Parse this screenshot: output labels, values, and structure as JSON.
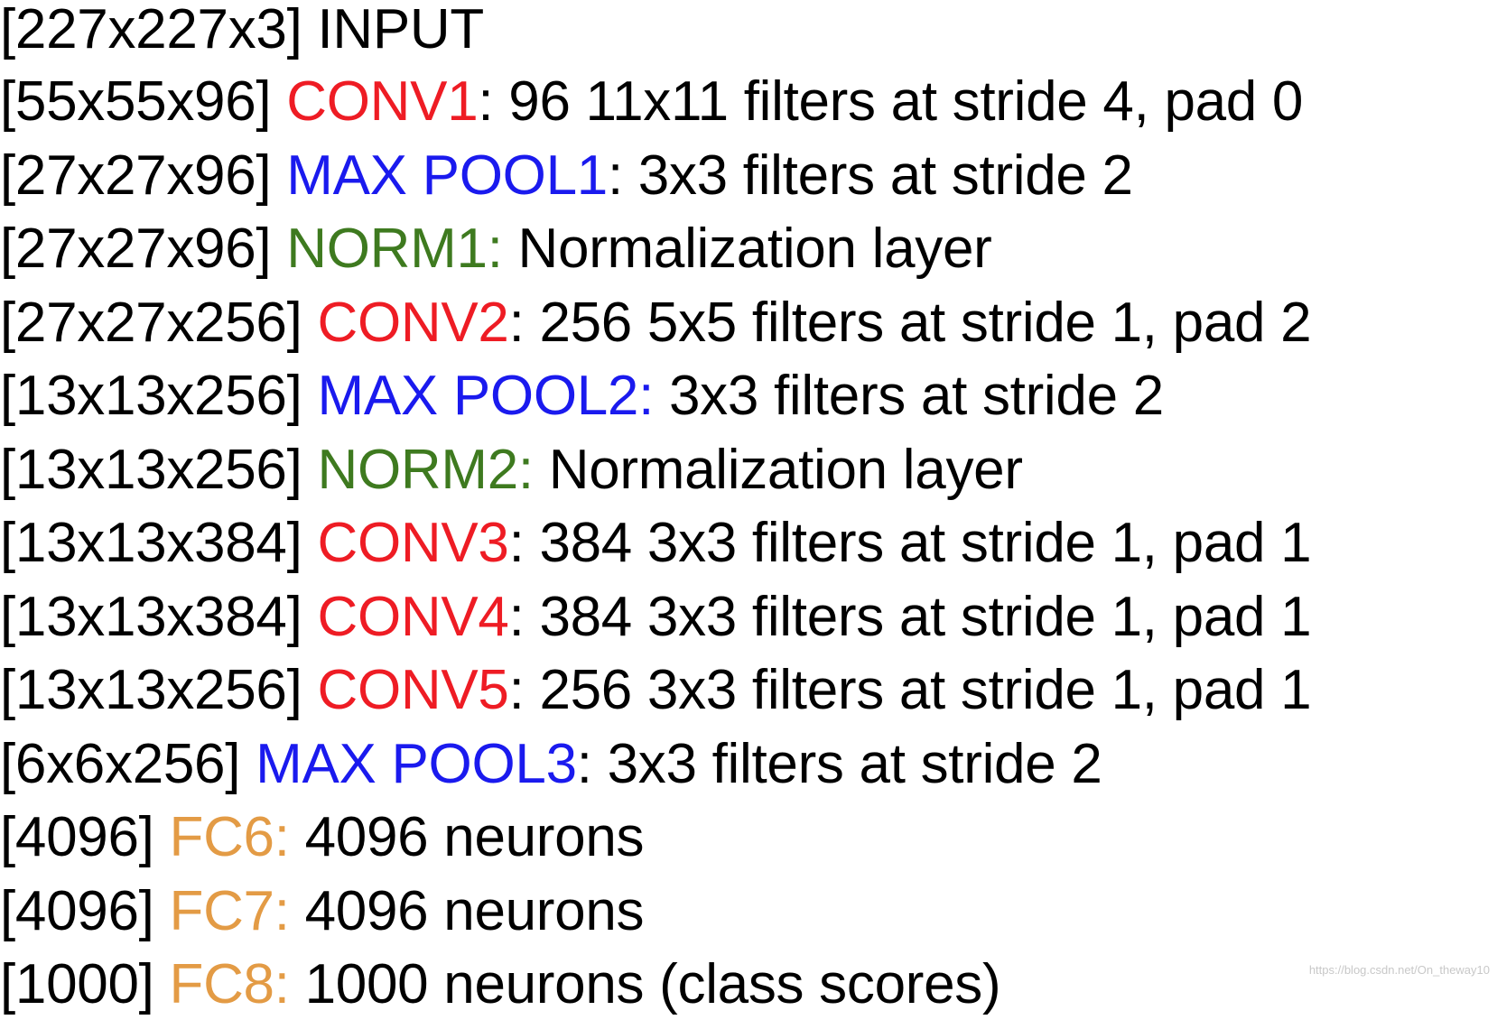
{
  "layers": [
    {
      "shape": "[227x227x3]",
      "name": "INPUT",
      "name_suffix": "",
      "kind": "input",
      "desc": ""
    },
    {
      "shape": "[55x55x96]",
      "name": "CONV1",
      "name_suffix": "",
      "kind": "conv",
      "desc": ": 96 11x11 filters at stride 4, pad 0"
    },
    {
      "shape": "[27x27x96]",
      "name": "MAX POOL1",
      "name_suffix": "",
      "kind": "pool",
      "desc": ": 3x3 filters at stride 2"
    },
    {
      "shape": "[27x27x96]",
      "name": "NORM1",
      "name_suffix": ":",
      "kind": "norm",
      "desc": " Normalization layer"
    },
    {
      "shape": "[27x27x256]",
      "name": "CONV2",
      "name_suffix": "",
      "kind": "conv",
      "desc": ": 256 5x5 filters at stride 1, pad 2"
    },
    {
      "shape": "[13x13x256]",
      "name": "MAX POOL2",
      "name_suffix": ":",
      "kind": "pool",
      "desc": " 3x3 filters at stride 2"
    },
    {
      "shape": "[13x13x256]",
      "name": "NORM2",
      "name_suffix": ":",
      "kind": "norm",
      "desc": " Normalization layer"
    },
    {
      "shape": "[13x13x384]",
      "name": "CONV3",
      "name_suffix": "",
      "kind": "conv",
      "desc": ": 384 3x3 filters at stride 1, pad 1"
    },
    {
      "shape": "[13x13x384]",
      "name": "CONV4",
      "name_suffix": "",
      "kind": "conv",
      "desc": ": 384 3x3 filters at stride 1, pad 1"
    },
    {
      "shape": "[13x13x256]",
      "name": "CONV5",
      "name_suffix": "",
      "kind": "conv",
      "desc": ": 256 3x3 filters at stride 1, pad 1"
    },
    {
      "shape": "[6x6x256]",
      "name": "MAX POOL3",
      "name_suffix": "",
      "kind": "pool",
      "desc": ": 3x3 filters at stride 2"
    },
    {
      "shape": "[4096]",
      "name": "FC6",
      "name_suffix": ":",
      "kind": "fc",
      "desc": " 4096 neurons"
    },
    {
      "shape": "[4096]",
      "name": "FC7",
      "name_suffix": ":",
      "kind": "fc",
      "desc": " 4096 neurons"
    },
    {
      "shape": "[1000]",
      "name": "FC8",
      "name_suffix": ":",
      "kind": "fc",
      "desc": " 1000 neurons (class scores)"
    }
  ],
  "colors": {
    "conv": "#ee1c24",
    "pool": "#1a1aee",
    "norm": "#3e7a1f",
    "fc": "#e39b45",
    "input": "#000000"
  },
  "watermark": "https://blog.csdn.net/On_theway10"
}
